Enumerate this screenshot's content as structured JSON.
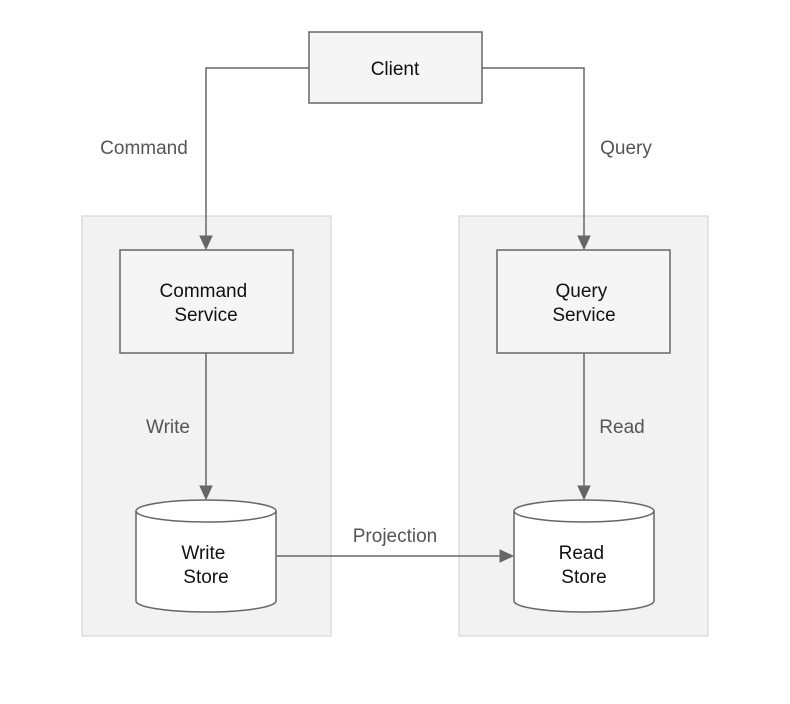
{
  "diagram": {
    "nodes": {
      "client": {
        "lines": [
          "Client"
        ]
      },
      "command_service": {
        "lines": [
          "Command",
          "Service"
        ]
      },
      "query_service": {
        "lines": [
          "Query",
          "Service"
        ]
      },
      "write_store": {
        "lines": [
          "Write",
          "Store"
        ]
      },
      "read_store": {
        "lines": [
          "Read",
          "Store"
        ]
      }
    },
    "edges": {
      "command": {
        "label": "Command"
      },
      "query": {
        "label": "Query"
      },
      "write": {
        "label": "Write"
      },
      "read": {
        "label": "Read"
      },
      "projection": {
        "label": "Projection"
      }
    }
  }
}
